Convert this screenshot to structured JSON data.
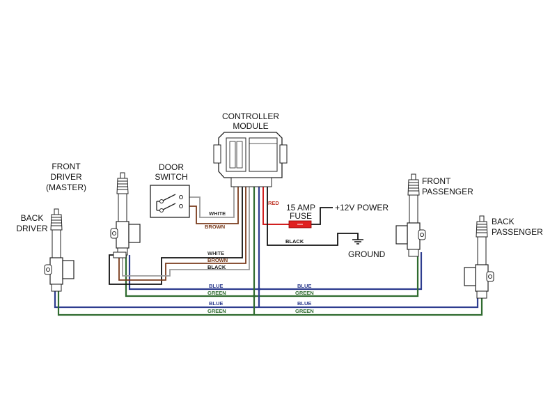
{
  "labels": {
    "controller_line1": "CONTROLLER",
    "controller_line2": "MODULE",
    "door_line1": "DOOR",
    "door_line2": "SWITCH",
    "front_driver_line1": "FRONT",
    "front_driver_line2": "DRIVER",
    "front_driver_line3": "(MASTER)",
    "back_driver_line1": "BACK",
    "back_driver_line2": "DRIVER",
    "front_passenger_line1": "FRONT",
    "front_passenger_line2": "PASSENGER",
    "back_passenger_line1": "BACK",
    "back_passenger_line2": "PASSENGER",
    "fuse_line1": "15 AMP",
    "fuse_line2": "FUSE",
    "power": "+12V POWER",
    "ground": "GROUND"
  },
  "wire_labels": {
    "white_switch": "WHITE",
    "brown_switch": "BROWN",
    "red": "RED",
    "black_ground": "BLACK",
    "white_master": "WHITE",
    "brown_master": "BROWN",
    "black_master": "BLACK",
    "blue_upper_left": "BLUE",
    "blue_upper_right": "BLUE",
    "green_upper_left": "GREEN",
    "green_upper_right": "GREEN",
    "blue_lower_left": "BLUE",
    "blue_lower_right": "BLUE",
    "green_lower_left": "GREEN",
    "green_lower_right": "GREEN"
  },
  "colors": {
    "blue": "#2e3d8f",
    "green": "#2f6b2f",
    "brown": "#7a3b1c",
    "red": "#d11f1f",
    "black": "#111111",
    "white_wire": "#9a9a9a",
    "fuse": "#e02020",
    "red_text": "#c0392b"
  }
}
